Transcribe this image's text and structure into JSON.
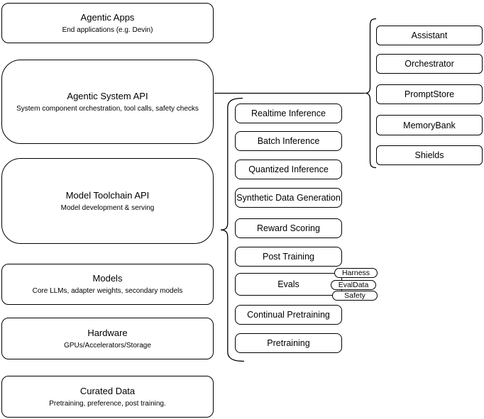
{
  "diagram": {
    "title": "Agentic stack layer diagram",
    "colors": {
      "stroke": "#000000",
      "fill": "#ffffff",
      "background": "#ffffff"
    },
    "left_stack": [
      {
        "title": "Agentic Apps",
        "subtitle": "End applications (e.g. Devin)"
      },
      {
        "title": "Agentic System API",
        "subtitle": "System component orchestration, tool calls, safety checks"
      },
      {
        "title": "Model Toolchain API",
        "subtitle": "Model development & serving"
      },
      {
        "title": "Models",
        "subtitle": "Core LLMs, adapter weights, secondary models"
      },
      {
        "title": "Hardware",
        "subtitle": "GPUs/Accelerators/Storage"
      },
      {
        "title": "Curated Data",
        "subtitle": "Pretraining, preference, post training."
      }
    ],
    "toolchain_stack": [
      {
        "label": "Realtime Inference"
      },
      {
        "label": "Batch Inference"
      },
      {
        "label": "Quantized Inference"
      },
      {
        "label": "Synthetic Data Generation"
      },
      {
        "label": "Reward Scoring"
      },
      {
        "label": "Post Training"
      },
      {
        "label": "Evals"
      },
      {
        "label": "Continual Pretraining"
      },
      {
        "label": "Pretraining"
      }
    ],
    "evals_pills": [
      {
        "label": "Harness"
      },
      {
        "label": "EvalData"
      },
      {
        "label": "Safety"
      }
    ],
    "system_stack": [
      {
        "label": "Assistant"
      },
      {
        "label": "Orchestrator"
      },
      {
        "label": "PromptStore"
      },
      {
        "label": "MemoryBank"
      },
      {
        "label": "Shields"
      }
    ]
  }
}
